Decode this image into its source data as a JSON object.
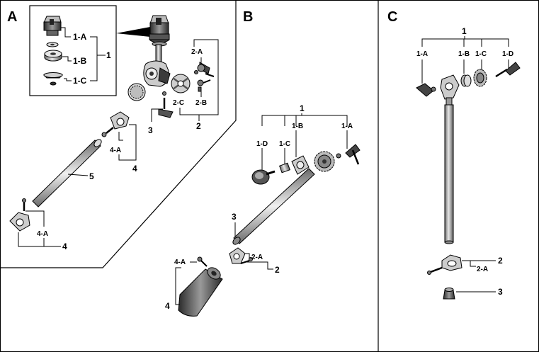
{
  "panels": {
    "a": {
      "letter": "A",
      "labels": {
        "p1": "1",
        "p1a": "1-A",
        "p1b": "1-B",
        "p1c": "1-C",
        "p2": "2",
        "p2a": "2-A",
        "p2b": "2-B",
        "p2c": "2-C",
        "p3": "3",
        "p4": "4",
        "p4a": "4-A",
        "p5": "5",
        "p4b": "4",
        "p4a2": "4-A"
      }
    },
    "b": {
      "letter": "B",
      "labels": {
        "p1": "1",
        "p1a": "1-A",
        "p1b": "1-B",
        "p1c": "1-C",
        "p1d": "1-D",
        "p2": "2",
        "p2a": "2-A",
        "p3": "3",
        "p4": "4",
        "p4a": "4-A"
      }
    },
    "c": {
      "letter": "C",
      "labels": {
        "p1": "1",
        "p1a": "1-A",
        "p1b": "1-B",
        "p1c": "1-C",
        "p1d": "1-D",
        "p2": "2",
        "p2a": "2-A",
        "p3": "3"
      }
    }
  },
  "colors": {
    "ink": "#000000",
    "paper": "#ffffff",
    "metal_light": "#d8d8d8",
    "metal_mid": "#9a9a9a",
    "metal_dark": "#4a4a4a"
  }
}
